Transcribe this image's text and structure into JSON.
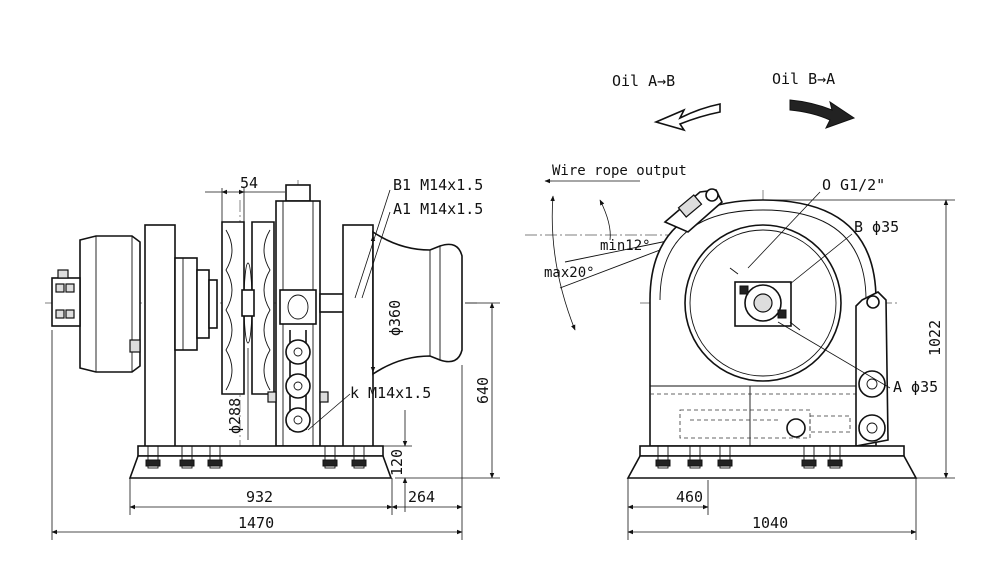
{
  "labels": {
    "oil_ab": "Oil A→B",
    "oil_ba": "Oil B→A",
    "wire_rope_output": "Wire rope output",
    "b1_port": "B1 M14x1.5",
    "a1_port": "A1 M14x1.5",
    "k_port": "k M14x1.5",
    "o_port": "O G1/2\"",
    "b_port": "B  ϕ35",
    "a_port": "A  ϕ35",
    "min_angle": "min12°",
    "max_angle": "max20°"
  },
  "dimensions": {
    "d54": "54",
    "d360": "ϕ360",
    "d288": "ϕ288",
    "d640": "640",
    "d120": "120",
    "d264": "264",
    "d932": "932",
    "d1470": "1470",
    "d1022": "1022",
    "d460": "460",
    "d1040": "1040"
  }
}
